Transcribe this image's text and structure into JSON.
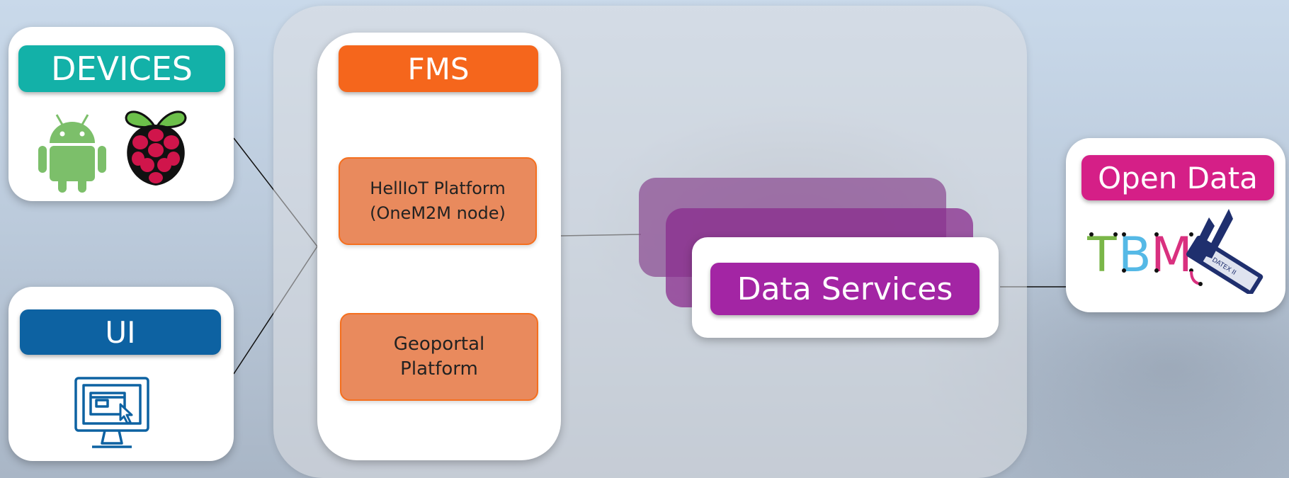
{
  "devices": {
    "title": "DEVICES",
    "color": "#13b1a8",
    "icons": [
      "android-icon",
      "raspberry-pi-icon"
    ]
  },
  "ui": {
    "title": "UI",
    "color": "#0d62a2",
    "icons": [
      "computer-ui-icon"
    ]
  },
  "fms": {
    "title": "FMS",
    "color": "#f5661c",
    "components": [
      {
        "line1": "HellIoT Platform",
        "line2": "(OneM2M node)"
      },
      {
        "line1": "Geoportal",
        "line2": "Platform"
      }
    ]
  },
  "data_services": {
    "title": "Data Services",
    "color": "#a325a4",
    "stack_color": "#8a4b91"
  },
  "open_data": {
    "title": "Open Data",
    "color": "#d51f87",
    "logo_text": [
      "T",
      "B",
      "M"
    ],
    "badge_text": "DATEX II",
    "logo_colors": [
      "#7ab648",
      "#55b9e6",
      "#d9307f"
    ]
  }
}
